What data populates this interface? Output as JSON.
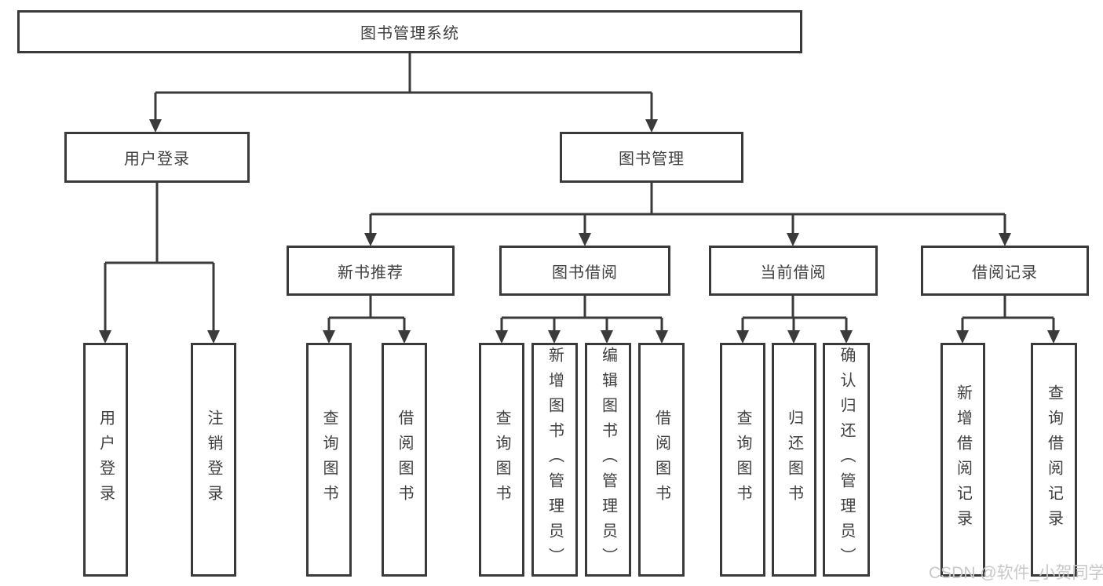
{
  "diagram": {
    "root": {
      "label": "图书管理系统"
    },
    "branches": [
      {
        "label": "用户登录",
        "children": [
          {
            "label": "用户登录"
          },
          {
            "label": "注销登录"
          }
        ]
      },
      {
        "label": "图书管理",
        "children": [
          {
            "label": "新书推荐",
            "children": [
              {
                "label": "查询图书"
              },
              {
                "label": "借阅图书"
              }
            ]
          },
          {
            "label": "图书借阅",
            "children": [
              {
                "label": "查询图书"
              },
              {
                "label": "新增图书（管理员）"
              },
              {
                "label": "编辑图书（管理员）"
              },
              {
                "label": "借阅图书"
              }
            ]
          },
          {
            "label": "当前借阅",
            "children": [
              {
                "label": "查询图书"
              },
              {
                "label": "归还图书"
              },
              {
                "label": "确认归还（管理员）"
              }
            ]
          },
          {
            "label": "借阅记录",
            "children": [
              {
                "label": "新增借阅记录"
              },
              {
                "label": "查询借阅记录"
              }
            ]
          }
        ]
      }
    ]
  },
  "watermark": {
    "text": "CSDN @软件_小贺同学"
  },
  "colors": {
    "line": "#3a3a3a",
    "box_border": "#3a3a3a",
    "box_bg": "#ffffff",
    "text": "#3f3f3f",
    "watermark": "#c8c8c8"
  }
}
